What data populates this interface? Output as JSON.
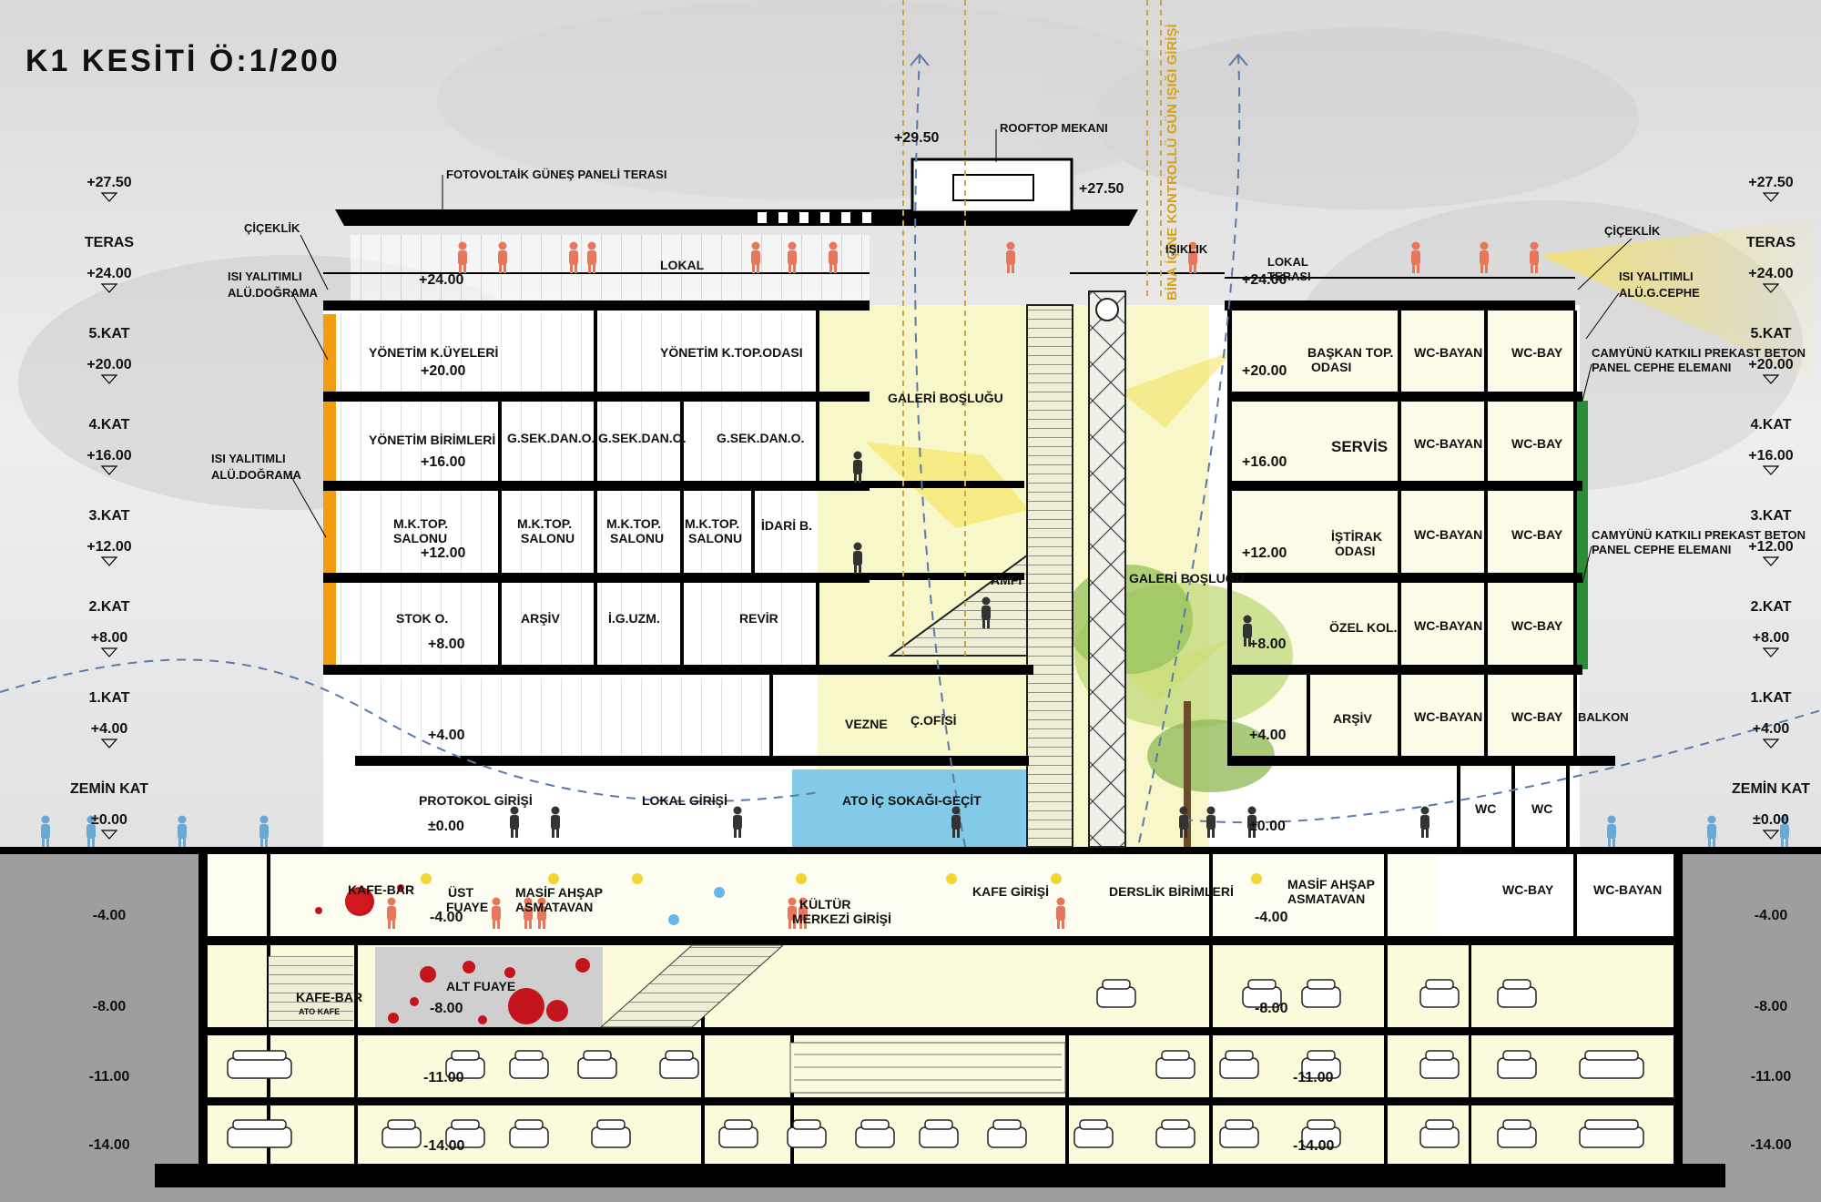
{
  "title": "K1 KESİTİ Ö:1/200",
  "colors": {
    "sky": "#e6e6e6",
    "ground": "#a9a9a9",
    "slab": "#000000",
    "interior": "#fbfbdc",
    "gallery": "#f3f3b8",
    "water": "#7fc8e8",
    "orange": "#f39c12",
    "green": "#2e8b3a",
    "people": "#e8765a",
    "light": "#f3e15a",
    "red": "#d0181e"
  },
  "levels_left": [
    {
      "name": "",
      "value": "+27.50"
    },
    {
      "name": "TERAS",
      "value": "+24.00"
    },
    {
      "name": "5.KAT",
      "value": "+20.00"
    },
    {
      "name": "4.KAT",
      "value": "+16.00"
    },
    {
      "name": "3.KAT",
      "value": "+12.00"
    },
    {
      "name": "2.KAT",
      "value": "+8.00"
    },
    {
      "name": "1.KAT",
      "value": "+4.00"
    },
    {
      "name": "ZEMİN KAT",
      "value": "±0.00"
    }
  ],
  "levels_right": [
    {
      "name": "",
      "value": "+27.50"
    },
    {
      "name": "TERAS",
      "value": "+24.00"
    },
    {
      "name": "5.KAT",
      "value": "+20.00"
    },
    {
      "name": "4.KAT",
      "value": "+16.00"
    },
    {
      "name": "3.KAT",
      "value": "+12.00"
    },
    {
      "name": "2.KAT",
      "value": "+8.00"
    },
    {
      "name": "1.KAT",
      "value": "+4.00"
    },
    {
      "name": "ZEMİN KAT",
      "value": "±0.00"
    }
  ],
  "basement_levels": [
    "-4.00",
    "-8.00",
    "-11.00",
    "-14.00"
  ],
  "annotations": {
    "fotovoltaik": "FOTOVOLTAİK GÜNEŞ PANELİ TERASI",
    "rooftop": "ROOFTOP MEKANI",
    "roof_level": "+29.50",
    "roof_right_level": "+27.50",
    "ciceklik_left": "ÇİÇEKLİK",
    "ciceklik_right": "ÇİÇEKLİK",
    "isi_left_1": "ISI YALITIMLI",
    "isi_left_1b": "ALÜ.DOĞRAMA",
    "isi_left_2": "ISI YALITIMLI",
    "isi_left_2b": "ALÜ.DOĞRAMA",
    "isi_right_1": "ISI YALITIMLI",
    "isi_right_1b": "ALÜ.G.CEPHE",
    "camyunu_1": "CAMYÜNÜ KATKILI PREKAST BETON",
    "camyunu_1b": "PANEL CEPHE ELEMANI",
    "camyunu_2": "CAMYÜNÜ KATKILI PREKAST BETON",
    "camyunu_2b": "PANEL CEPHE ELEMANI",
    "isiklik": "IŞIKLIK",
    "lokal_terasi_1": "LOKAL",
    "lokal_terasi_2": "TERASI",
    "daylight": "BİNA İÇİNE KONTROLLÜ GÜN IŞIĞI GİRİŞİ",
    "balkon": "BALKON"
  },
  "rooms": {
    "lokal": "LOKAL",
    "yonetim_uyeleri": "YÖNETİM K.ÜYELERİ",
    "yonetim_top": "YÖNETİM K.TOP.ODASI",
    "galeri_1": "GALERİ BOŞLUĞU",
    "galeri_2": "GALERİ BOŞLUĞU",
    "baskan_1": "BAŞKAN TOP.",
    "baskan_2": "ODASI",
    "yonetim_birimleri": "YÖNETİM BİRİMLERİ",
    "gsek": "G.SEK.DAN.O.",
    "servis": "SERVİS",
    "mk_top_1": "M.K.TOP.",
    "mk_top_2": "SALONU",
    "idari": "İDARİ B.",
    "istirak_1": "İŞTİRAK",
    "istirak_2": "ODASI",
    "amfi": "AMFİ",
    "stok": "STOK O.",
    "arsiv": "ARŞİV",
    "ig_uzm": "İ.G.UZM.",
    "revir": "REVİR",
    "ozel_kol": "ÖZEL KOL.",
    "vezne": "VEZNE",
    "c_ofisi": "Ç.OFİSİ",
    "arsiv_2": "ARŞİV",
    "protokol": "PROTOKOL GİRİŞİ",
    "lokal_girisi": "LOKAL GİRİŞİ",
    "ato_sokak": "ATO İÇ SOKAĞI-GEÇİT",
    "wc": "WC",
    "wc_bayan": "WC-BAYAN",
    "wc_bay": "WC-BAY",
    "kafe_bar": "KAFE-BAR",
    "ust_fuaye_1": "ÜST",
    "ust_fuaye_2": "FUAYE",
    "masif_1": "MASİF AHŞAP",
    "masif_2": "ASMATAVAN",
    "kultur_1": "KÜLTÜR",
    "kultur_2": "MERKEZİ GİRİŞİ",
    "kafe_girisi": "KAFE GİRİŞİ",
    "derslik": "DERSLİK BİRİMLERİ",
    "masif_r1": "MASİF AHŞAP",
    "masif_r2": "ASMATAVAN",
    "kafe_bar_2": "KAFE-BAR",
    "ato_kafe": "ATO KAFE",
    "alt_fuaye": "ALT FUAYE"
  },
  "inner_levels": {
    "l24": "+24.00",
    "l20": "+20.00",
    "l16": "+16.00",
    "l12": "+12.00",
    "l8": "+8.00",
    "l4": "+4.00",
    "l0": "±0.00",
    "lm4": "-4.00",
    "lm8": "-8.00",
    "lm11": "-11.00",
    "lm14": "-14.00"
  }
}
